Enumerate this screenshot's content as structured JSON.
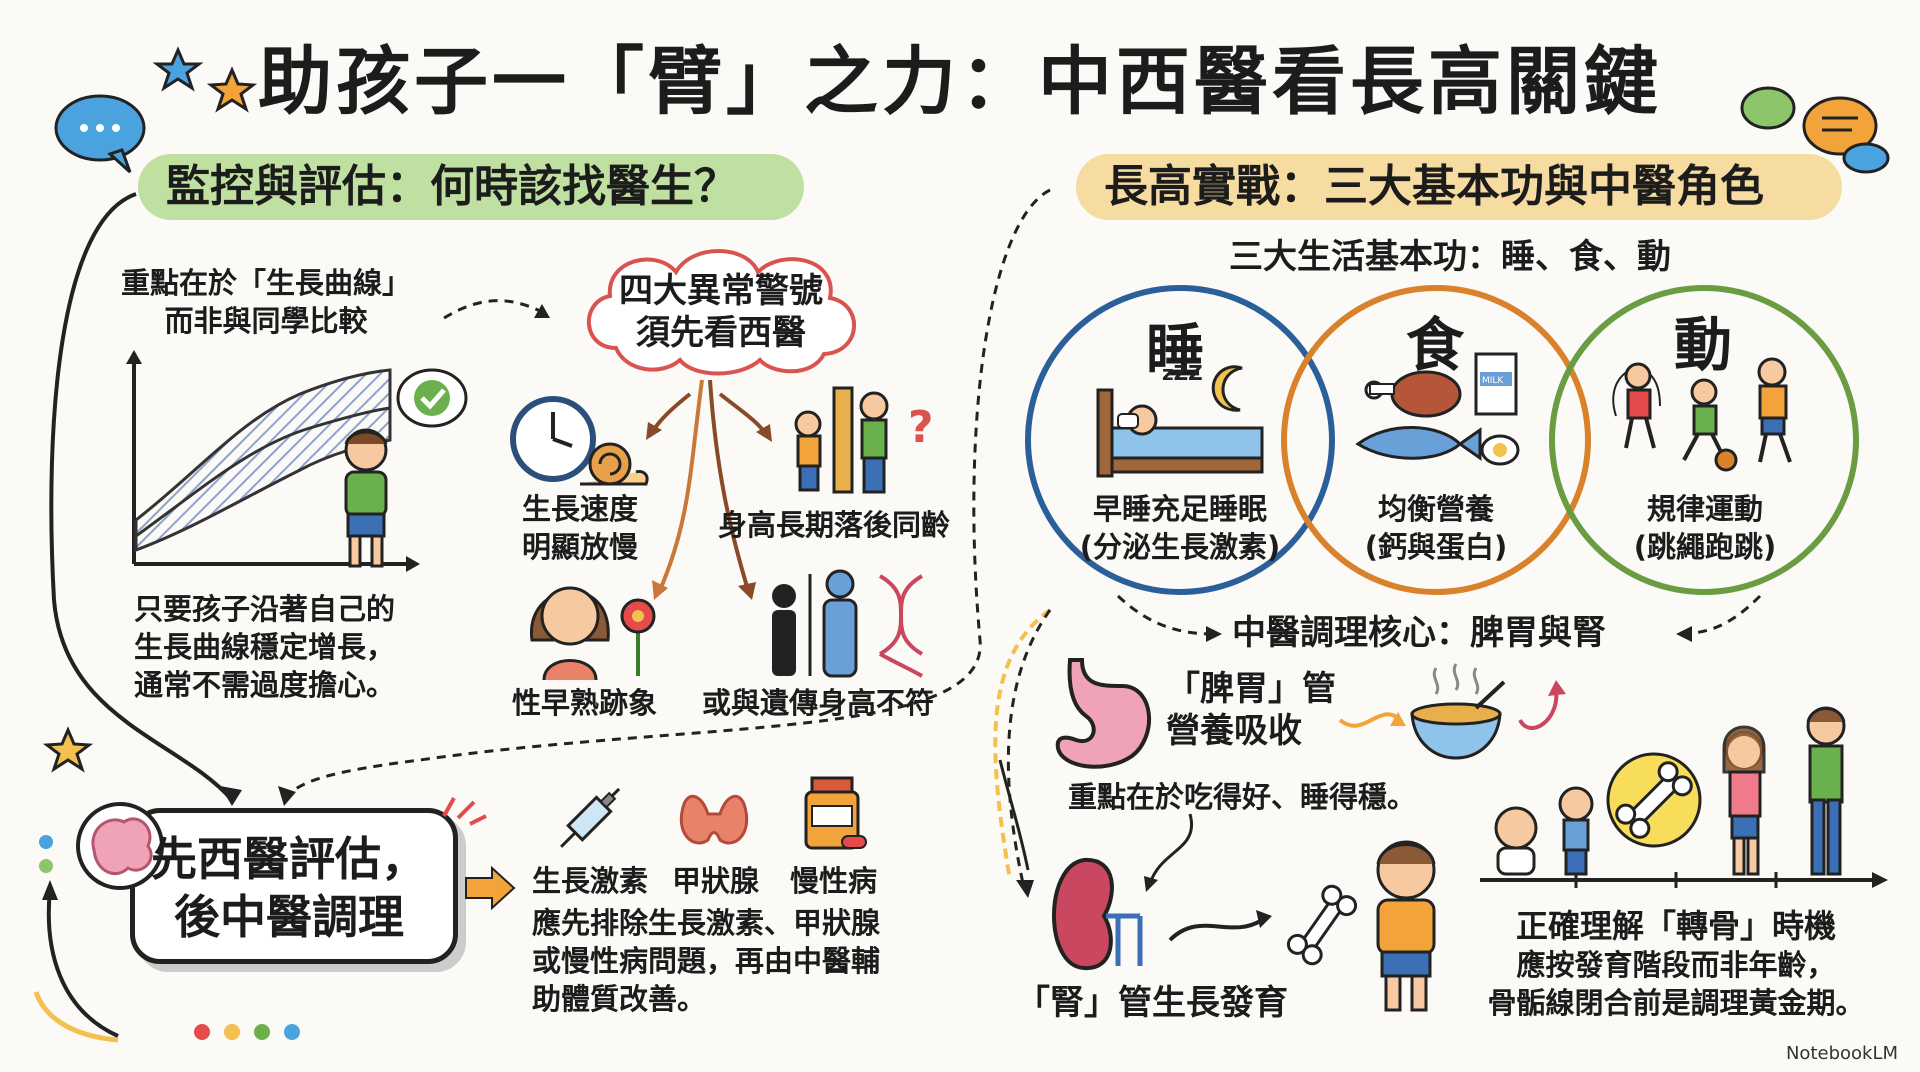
{
  "title": "助孩子一「臂」之力：中西醫看長高關鍵",
  "left_panel": {
    "banner": "監控與評估：何時該找醫生？",
    "curve_note": [
      "重點在於「生長曲線」",
      "而非與同學比較"
    ],
    "cloud": [
      "四大異常警號",
      "須先看西醫"
    ],
    "signs": {
      "slow_growth": [
        "生長速度",
        "明顯放慢"
      ],
      "lag_height": "身高長期落後同齡",
      "puberty": "性早熟跡象",
      "genetic": "或與遺傳身高不符"
    },
    "curve_caption": [
      "只要孩子沿著自己的",
      "生長曲線穩定增長，",
      "通常不需過度擔心。"
    ],
    "card": [
      "先西醫評估，",
      "後中醫調理"
    ],
    "checks": {
      "hormone": "生長激素",
      "thyroid": "甲狀腺",
      "chronic": "慢性病",
      "note": [
        "應先排除生長激素、甲狀腺",
        "或慢性病問題，再由中醫輔",
        "助體質改善。"
      ]
    }
  },
  "right_panel": {
    "banner": "長高實戰：三大基本功與中醫角色",
    "subtitle": "三大生活基本功：睡、食、動",
    "circles": [
      {
        "char": "睡",
        "label": [
          "早睡充足睡眠",
          "(分泌生長激素)"
        ],
        "color": "#2b5f99"
      },
      {
        "char": "食",
        "label": [
          "均衡營養",
          "(鈣與蛋白)"
        ],
        "color": "#d9822b"
      },
      {
        "char": "動",
        "label": [
          "規律運動",
          "(跳繩跑跳)"
        ],
        "color": "#6a9c42"
      }
    ],
    "tcm_core": "中醫調理核心：脾胃與腎",
    "spleen": [
      "「脾胃」管",
      "營養吸收"
    ],
    "spleen_note": "重點在於吃得好、睡得穩。",
    "kidney": "「腎」管生長發育",
    "bone": [
      "正確理解「轉骨」時機",
      "應按發育階段而非年齡，",
      "骨骺線閉合前是調理黃金期。"
    ],
    "milk_label": "MILK",
    "sleep_z": "zZZ"
  },
  "logo": "NotebookLM"
}
